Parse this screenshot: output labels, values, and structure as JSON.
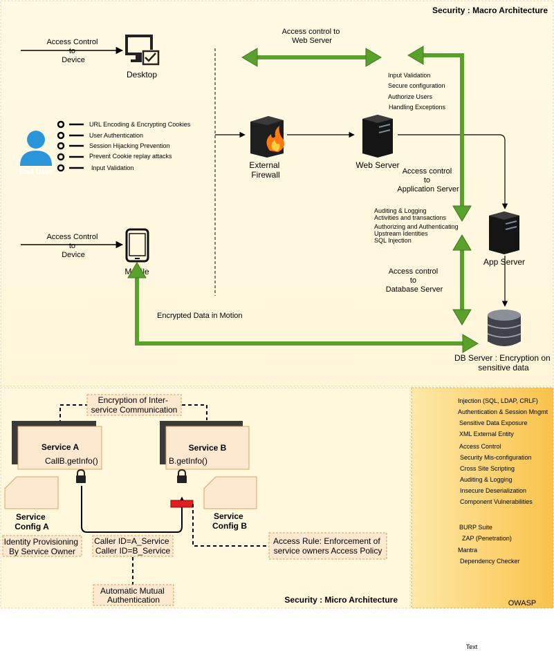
{
  "macro": {
    "title": "Security : Macro Architecture",
    "desktop_access": [
      "Access Control",
      "to",
      "Device"
    ],
    "desktop_label": "Desktop",
    "mobile_access": [
      "Access Control",
      "to",
      "Device"
    ],
    "mobile_label": "Mobile",
    "end_user_label": "End User",
    "user_controls": [
      "URL Encoding & Encrypting Cookies",
      "User Authentication",
      "Session Hijacking Prevention",
      "Prevent Cookie replay attacks",
      "Input Validation"
    ],
    "firewall_label": [
      "External",
      "Firewall"
    ],
    "web_server_label": "Web Server",
    "app_server_label": "App Server",
    "db_server_label": [
      "DB Server : Encryption on",
      "sensitive data"
    ],
    "web_access": [
      "Access control to",
      "Web Server"
    ],
    "web_controls": [
      "Input Validation",
      "Secure configuration",
      "Authorize Users",
      "Handling Exceptions"
    ],
    "app_access": [
      "Access control",
      "to",
      "Application Server"
    ],
    "app_controls": [
      "Auditing & Logging",
      "Activities and transactions",
      "Authorizing and Authenticating",
      "Upstream Identities",
      "SQL Injection"
    ],
    "db_access": [
      "Access control",
      "to",
      "Database Server"
    ],
    "encrypted_motion": "Encrypted Data in Motion"
  },
  "micro": {
    "title": "Security : Micro Architecture",
    "encryption_note": [
      "Encryption of Inter-",
      "service Communication"
    ],
    "service_a": {
      "name": "Service A",
      "call": "CallB.getInfo()",
      "config": [
        "Service",
        "Config A"
      ]
    },
    "service_b": {
      "name": "Service B",
      "call": "B.getInfo()",
      "config": [
        "Service",
        "Config B"
      ]
    },
    "identity_note": [
      "Identity Provisioning",
      "By Service Owner"
    ],
    "caller_ids": [
      "Caller ID=A_Service",
      "Caller ID=B_Service"
    ],
    "mutual_auth": [
      "Automatic Mutual",
      "Authentication"
    ],
    "access_rule": [
      "Access Rule: Enforcement of",
      "service owners Access Policy"
    ]
  },
  "owasp": {
    "top10": [
      "Injection (SQL, LDAP, CRLF)",
      "Authentication & Session Mngmt",
      "Sensitive Data Exposure",
      "XML External Entity",
      "Access Control",
      "Security Mis-configuration",
      "Cross Site Scripting",
      "Auditing & Logging",
      "Insecure Deserialization",
      "Component Vulnerabilities"
    ],
    "tools": [
      "BURP Suite",
      "ZAP (Penetration)",
      "Mantra",
      "Dependency Checker"
    ],
    "label": "OWASP"
  },
  "footer_text": "Text",
  "colors": {
    "macro_bg": "#fff8dc",
    "owasp_bg": "#fcd46a",
    "arrow_green": "#5aa02c",
    "box_fill": "#fde8d0",
    "rule_red": "#e02020",
    "user_blue": "#2b95d9"
  }
}
